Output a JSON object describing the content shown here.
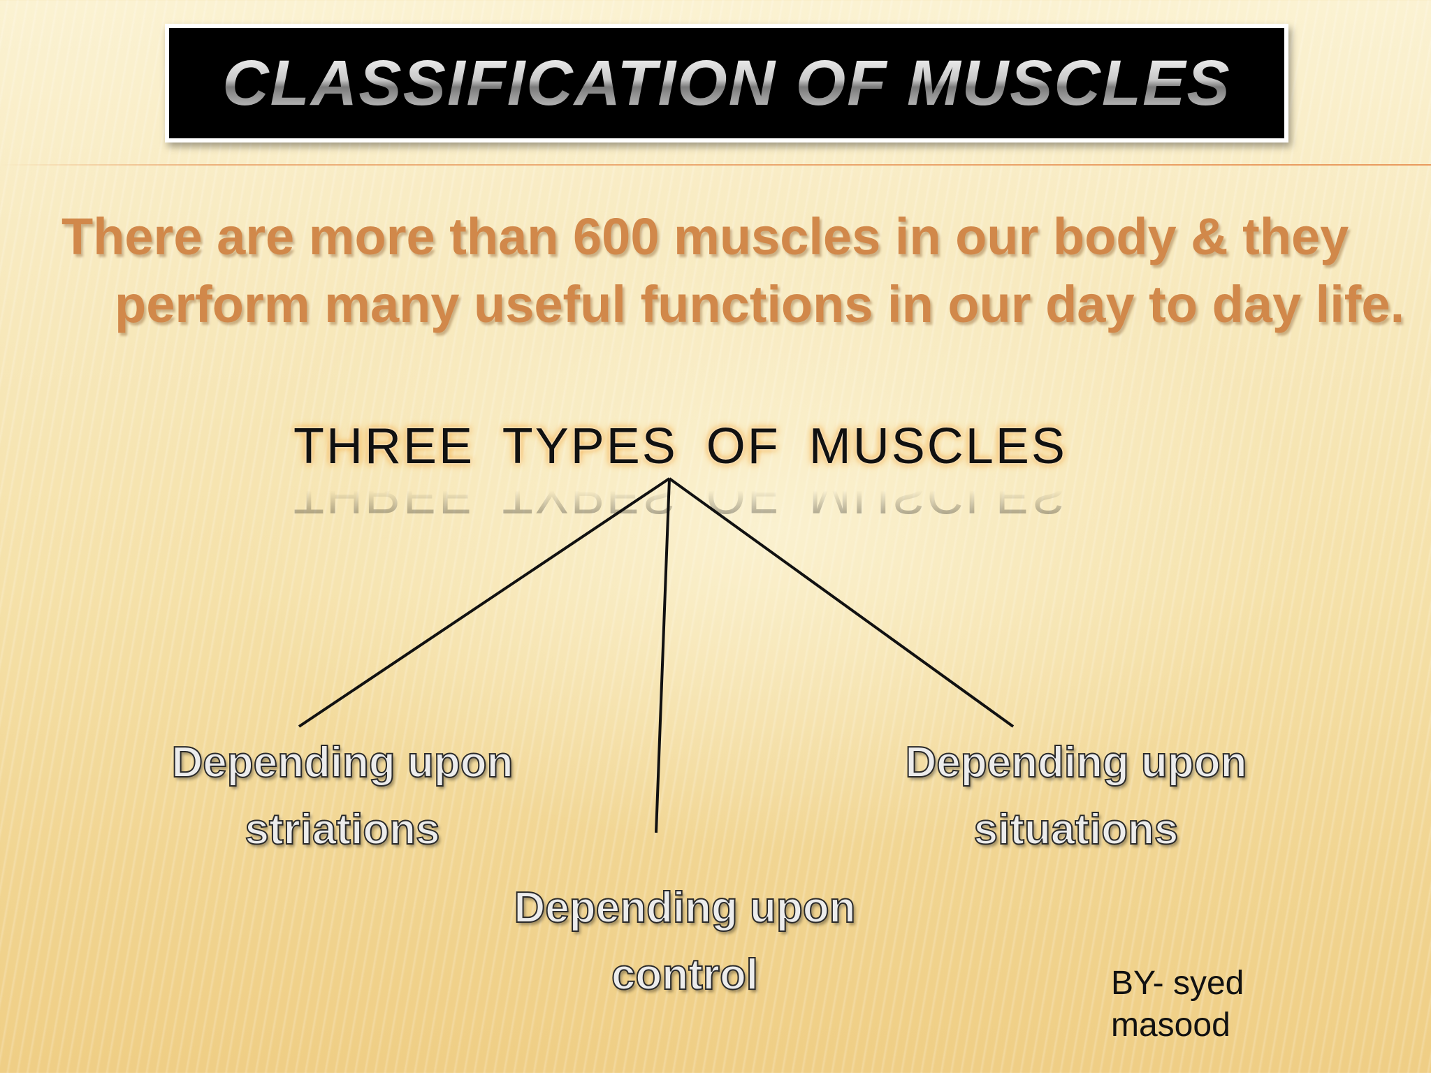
{
  "slide": {
    "title": "CLASSIFICATION OF MUSCLES",
    "intro": "There are more than 600 muscles in our body & they perform many useful functions in our day to day life.",
    "types_heading": "THREE  TYPES  OF  MUSCLES",
    "branches": [
      {
        "line1": "Depending upon",
        "line2": "striations"
      },
      {
        "line1": "Depending upon",
        "line2": "control"
      },
      {
        "line1": "Depending upon",
        "line2": "situations"
      }
    ],
    "byline": {
      "line1": "BY- syed",
      "line2": "masood"
    }
  },
  "colors": {
    "title_box": "#000000",
    "intro_text": "#d1884a",
    "heading_glow": "#f5b04a",
    "lines": "#111111"
  }
}
